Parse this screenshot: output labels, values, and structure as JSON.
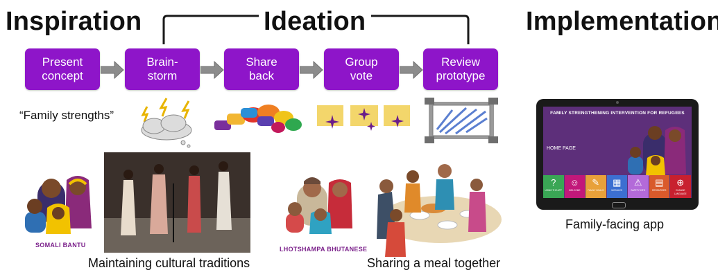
{
  "headings": {
    "inspiration": "Inspiration",
    "ideation": "Ideation",
    "implementation": "Implementation"
  },
  "steps": [
    {
      "label": "Present\nconcept"
    },
    {
      "label": "Brain-\nstorm"
    },
    {
      "label": "Share\nback"
    },
    {
      "label": "Group\nvote"
    },
    {
      "label": "Review\nprototype"
    }
  ],
  "concept_quote": "“Family strengths”",
  "communities": {
    "somali": "SOMALI BANTU",
    "bhutanese": "LHOTSHAMPA BHUTANESE"
  },
  "captions": {
    "traditions": "Maintaining cultural traditions",
    "meal": "Sharing a meal together",
    "app": "Family-facing app"
  },
  "app": {
    "title": "FAMILY STRENGTHENING INTERVENTION FOR REFUGEES",
    "home": "HOME PAGE",
    "tiles": [
      {
        "icon": "question-icon",
        "glyph": "?",
        "label": "USING THE APP",
        "color": "#3aa655"
      },
      {
        "icon": "family-icon",
        "glyph": "☺",
        "label": "WELCOME",
        "color": "#c2187a"
      },
      {
        "icon": "pencil-icon",
        "glyph": "✎",
        "label": "FAMILY GOALS",
        "color": "#e8a13a"
      },
      {
        "icon": "grid-icon",
        "glyph": "▦",
        "label": "MODULES",
        "color": "#3c6fd1"
      },
      {
        "icon": "warning-icon",
        "glyph": "⚠",
        "label": "SAFETY INFO",
        "color": "#b36ad9"
      },
      {
        "icon": "document-icon",
        "glyph": "▤",
        "label": "RESOURCES",
        "color": "#d95a2b"
      },
      {
        "icon": "globe-icon",
        "glyph": "⊕",
        "label": "CHANGE LANGUAGE",
        "color": "#c8202f"
      }
    ]
  },
  "colors": {
    "step": "#8e15c9",
    "arrow": "#8c8c8c",
    "star": "#6a1d8a",
    "sticky": "#f3d66b",
    "tag": "#7a1f8a"
  }
}
